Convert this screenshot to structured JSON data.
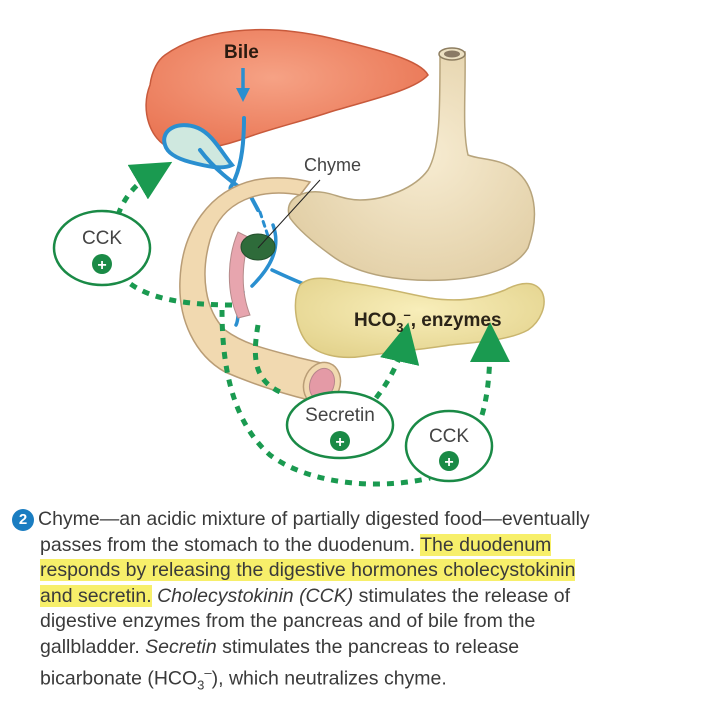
{
  "figure": {
    "labels": {
      "bile": "Bile",
      "chyme": "Chyme",
      "hco3": "HCO",
      "hco3_sub": "3",
      "hco3_sup": "–",
      "hco3_suffix": ", enzymes"
    },
    "hormones": {
      "cck_left": {
        "name": "CCK",
        "effect": "+"
      },
      "secretin": {
        "name": "Secretin",
        "effect": "+"
      },
      "cck_right": {
        "name": "CCK",
        "effect": "+"
      }
    },
    "colors": {
      "liver": "#ee7f5e",
      "stomach": "#ecdcb6",
      "pancreas": "#efe1a0",
      "bile_duct": "#2a8fd0",
      "hormone_green": "#1a8a46",
      "chyme_green": "#2e6b3a"
    }
  },
  "caption": {
    "step_number": "2",
    "lines": [
      {
        "segments": [
          {
            "text": "Chyme—an acidic mixture of partially digested food—eventually",
            "style": "plain"
          }
        ]
      },
      {
        "segments": [
          {
            "text": "passes from the stomach to the duodenum. ",
            "style": "plain"
          },
          {
            "text": "The duodenum",
            "style": "highlight"
          }
        ]
      },
      {
        "segments": [
          {
            "text": "responds by releasing the digestive hormones cholecystokinin",
            "style": "highlight"
          }
        ]
      },
      {
        "segments": [
          {
            "text": "and secretin.",
            "style": "highlight"
          },
          {
            "text": " ",
            "style": "plain"
          },
          {
            "text": "Cholecystokinin (CCK)",
            "style": "italic"
          },
          {
            "text": " stimulates the release of",
            "style": "plain"
          }
        ]
      },
      {
        "segments": [
          {
            "text": "digestive enzymes from the pancreas and of bile from the",
            "style": "plain"
          }
        ]
      },
      {
        "segments": [
          {
            "text": "gallbladder. ",
            "style": "plain"
          },
          {
            "text": "Secretin",
            "style": "italic"
          },
          {
            "text": " stimulates the pancreas to release",
            "style": "plain"
          }
        ]
      },
      {
        "segments": [
          {
            "text": "bicarbonate (HCO",
            "style": "plain"
          },
          {
            "text": "3",
            "style": "sub"
          },
          {
            "text": "–",
            "style": "sup"
          },
          {
            "text": "), which neutralizes chyme.",
            "style": "plain"
          }
        ]
      }
    ]
  }
}
